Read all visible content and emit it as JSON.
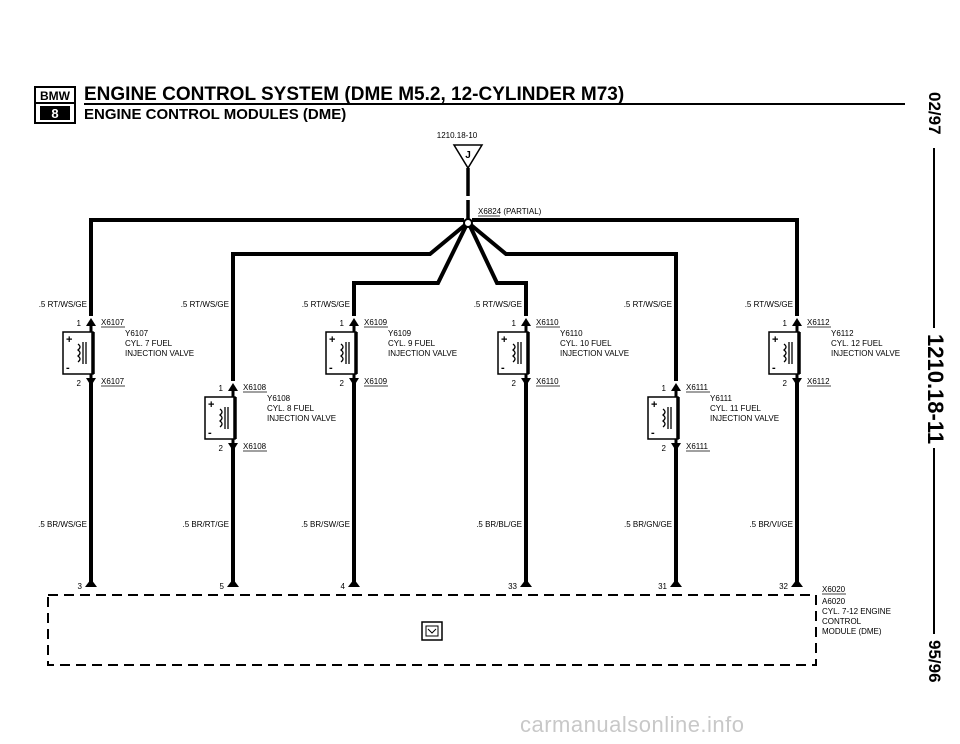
{
  "header": {
    "logo_text": "BMW",
    "logo_number": "8",
    "title": "ENGINE CONTROL SYSTEM (DME M5.2, 12-CYLINDER M73)",
    "subtitle": "ENGINE CONTROL MODULES (DME)"
  },
  "side": {
    "date_top": "02/97",
    "page_code": "1210.18-11",
    "date_bottom": "95/96"
  },
  "top_connector": {
    "ref": "1210.18-10",
    "letter": "J",
    "splice": "X6824",
    "splice_note": "(PARTIAL)"
  },
  "wires": {
    "supply": [
      ".5 RT/WS/GE",
      ".5 RT/WS/GE",
      ".5 RT/WS/GE",
      ".5 RT/WS/GE",
      ".5 RT/WS/GE",
      ".5 RT/WS/GE"
    ],
    "return": [
      ".5 BR/WS/GE",
      ".5 BR/RT/GE",
      ".5 BR/SW/GE",
      ".5 BR/BL/GE",
      ".5 BR/GN/GE",
      ".5 BR/VI/GE"
    ]
  },
  "injectors": [
    {
      "id": "Y6107",
      "line1": "CYL. 7 FUEL",
      "line2": "INJECTION VALVE",
      "conn": "X6107",
      "pin_top": "1",
      "pin_bottom": "2"
    },
    {
      "id": "Y6108",
      "line1": "CYL. 8 FUEL",
      "line2": "INJECTION VALVE",
      "conn": "X6108",
      "pin_top": "1",
      "pin_bottom": "2"
    },
    {
      "id": "Y6109",
      "line1": "CYL. 9 FUEL",
      "line2": "INJECTION VALVE",
      "conn": "X6109",
      "pin_top": "1",
      "pin_bottom": "2"
    },
    {
      "id": "Y6110",
      "line1": "CYL. 10 FUEL",
      "line2": "INJECTION VALVE",
      "conn": "X6110",
      "pin_top": "1",
      "pin_bottom": "2"
    },
    {
      "id": "Y6111",
      "line1": "CYL. 11 FUEL",
      "line2": "INJECTION VALVE",
      "conn": "X6111",
      "pin_top": "1",
      "pin_bottom": "2"
    },
    {
      "id": "Y6112",
      "line1": "CYL. 12 FUEL",
      "line2": "INJECTION VALVE",
      "conn": "X6112",
      "pin_top": "1",
      "pin_bottom": "2"
    }
  ],
  "module": {
    "pins": [
      "3",
      "5",
      "4",
      "33",
      "31",
      "32"
    ],
    "conn": "X6020",
    "id": "A6020",
    "line1": "CYL. 7-12 ENGINE",
    "line2": "CONTROL",
    "line3": "MODULE (DME)"
  },
  "watermark": "carmanualsonline.info"
}
